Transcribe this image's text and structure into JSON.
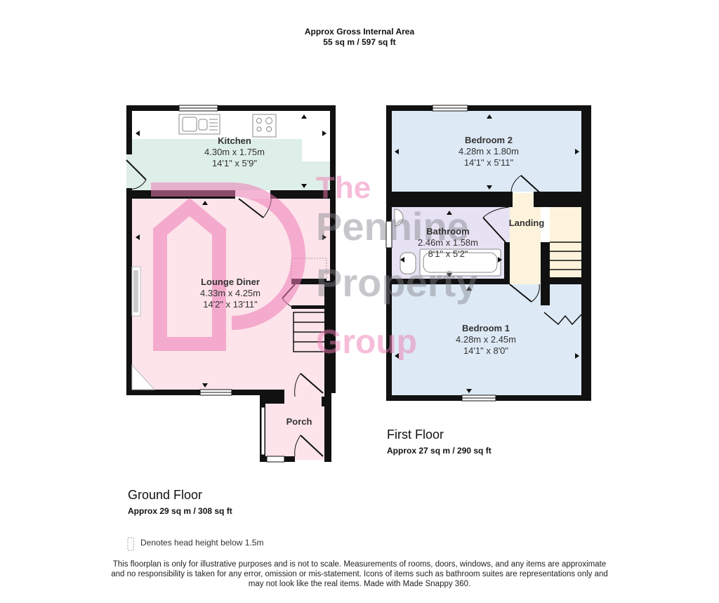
{
  "header": {
    "title": "Approx Gross Internal Area",
    "area": "55 sq m / 597 sq ft"
  },
  "ground_floor": {
    "title": "Ground Floor",
    "area": "Approx 29 sq m / 308 sq ft",
    "rooms": [
      {
        "name": "Kitchen",
        "metric": "4.30m x 1.75m",
        "imperial": "14'1\" x 5'9\""
      },
      {
        "name": "Lounge Diner",
        "metric": "4.33m x 4.25m",
        "imperial": "14'2\" x 13'11\""
      },
      {
        "name": "Porch"
      }
    ]
  },
  "first_floor": {
    "title": "First Floor",
    "area": "Approx 27 sq m / 290 sq ft",
    "rooms": [
      {
        "name": "Bedroom 2",
        "metric": "4.28m x 1.80m",
        "imperial": "14'1\" x 5'11\""
      },
      {
        "name": "Bathroom",
        "metric": "2.46m x 1.58m",
        "imperial": "8'1\" x 5'2\""
      },
      {
        "name": "Landing"
      },
      {
        "name": "Bedroom 1",
        "metric": "4.28m x 2.45m",
        "imperial": "14'1\" x 8'0\""
      }
    ]
  },
  "watermark": {
    "lines": [
      "The",
      "Pennine",
      "Property",
      "Group"
    ]
  },
  "legend": {
    "head_height_note": "Denotes head height below 1.5m"
  },
  "disclaimer": {
    "line1": "This floorplan is only for illustrative purposes and is not to scale. Measurements of rooms, doors, windows, and any items are approximate",
    "line2": "and no responsibility is taken for any error, omission or mis-statement. Icons of items such as bathroom suites are representations only and",
    "line3": "may not look like the real items. Made with Made Snappy 360."
  },
  "colors": {
    "wall": "#111111",
    "kitchen": "#deeee8",
    "lounge": "#fce4ea",
    "bedroom": "#dde9f5",
    "bathroom": "#e7e2f3",
    "landing": "#fdf3dc",
    "watermark_pink": "#ee9cc4",
    "watermark_grey": "#a8a8b0"
  }
}
